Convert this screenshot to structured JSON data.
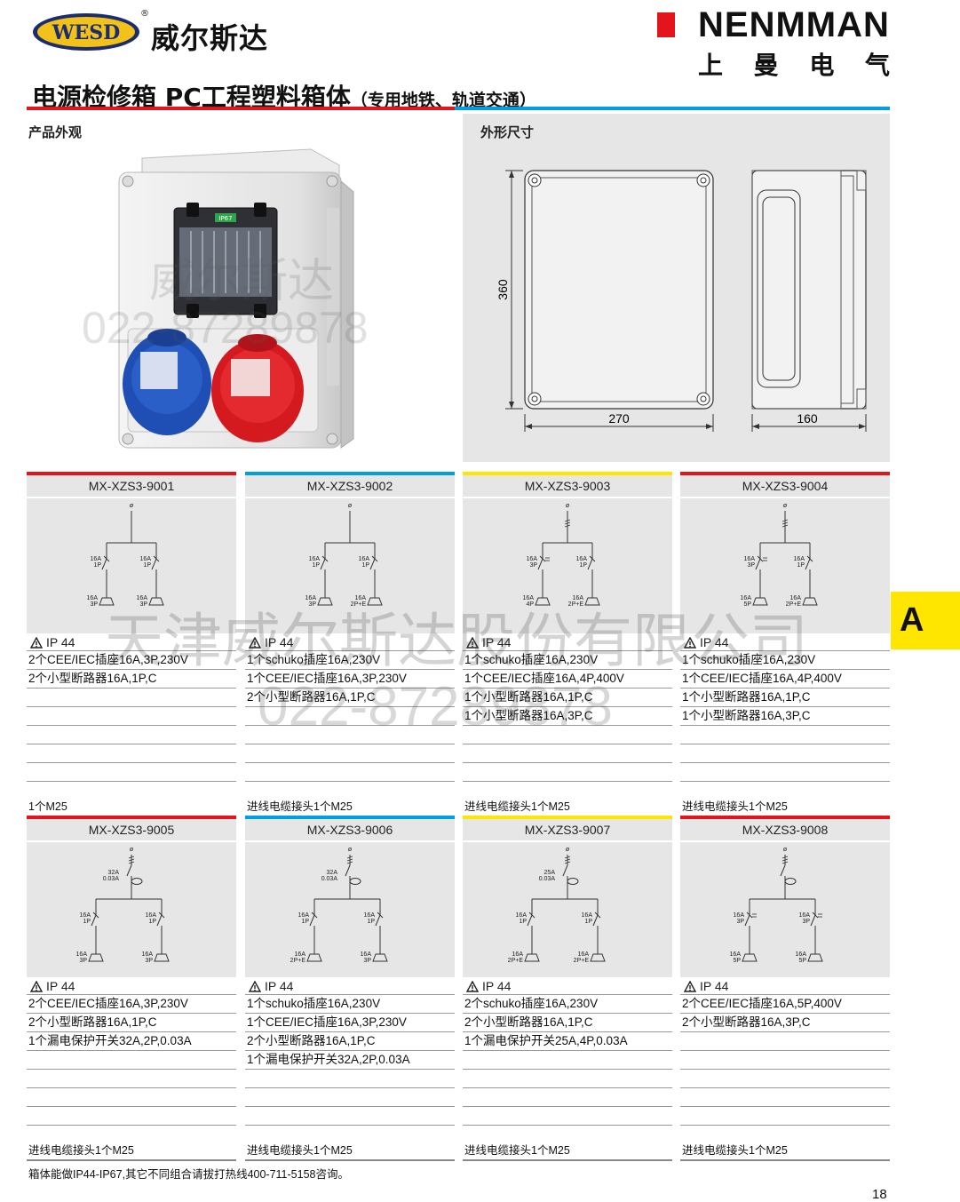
{
  "header": {
    "wesd_logo_text": "WESD",
    "wesd_registered": "®",
    "wesd_cn": "威尔斯达",
    "nenmman_brand": "NENMMAN",
    "nenmman_cn": [
      "上",
      "曼",
      "电",
      "气"
    ]
  },
  "title": {
    "main": "电源检修箱 PC工程塑料箱体",
    "sub": "（专用地铁、轨道交通）"
  },
  "panels": {
    "appearance_label": "产品外观",
    "dimensions_label": "外形尺寸",
    "dim_height": "360",
    "dim_width": "270",
    "dim_depth": "160",
    "window_label": "IP67"
  },
  "cards": [
    {
      "model": "MX-XZS3-9001",
      "bar_color": "#e3141b",
      "ip": "IP 44",
      "specs": [
        "2个CEE/IEC插座16A,3P,230V",
        "2个小型断路器16A,1P,C"
      ],
      "footer": "1个M25"
    },
    {
      "model": "MX-XZS3-9002",
      "bar_color": "#00a0e0",
      "ip": "IP 44",
      "specs": [
        "1个schuko插座16A,230V",
        "1个CEE/IEC插座16A,3P,230V",
        "2个小型断路器16A,1P,C"
      ],
      "footer": "进线电缆接头1个M25"
    },
    {
      "model": "MX-XZS3-9003",
      "bar_color": "#ffe600",
      "ip": "IP 44",
      "specs": [
        "1个schuko插座16A,230V",
        "1个CEE/IEC插座16A,4P,400V",
        "1个小型断路器16A,1P,C",
        "1个小型断路器16A,3P,C"
      ],
      "footer": "进线电缆接头1个M25"
    },
    {
      "model": "MX-XZS3-9004",
      "bar_color": "#e3141b",
      "ip": "IP 44",
      "specs": [
        "1个schuko插座16A,230V",
        "1个CEE/IEC插座16A,4P,400V",
        "1个小型断路器16A,1P,C",
        "1个小型断路器16A,3P,C"
      ],
      "footer": "进线电缆接头1个M25"
    },
    {
      "model": "MX-XZS3-9005",
      "bar_color": "#e3141b",
      "ip": "IP 44",
      "specs": [
        "2个CEE/IEC插座16A,3P,230V",
        "2个小型断路器16A,1P,C",
        "1个漏电保护开关32A,2P,0.03A"
      ],
      "footer": "进线电缆接头1个M25"
    },
    {
      "model": "MX-XZS3-9006",
      "bar_color": "#00a0e0",
      "ip": "IP 44",
      "specs": [
        "1个schuko插座16A,230V",
        "1个CEE/IEC插座16A,3P,230V",
        "2个小型断路器16A,1P,C",
        "1个漏电保护开关32A,2P,0.03A"
      ],
      "footer": "进线电缆接头1个M25"
    },
    {
      "model": "MX-XZS3-9007",
      "bar_color": "#ffe600",
      "ip": "IP 44",
      "specs": [
        "2个schuko插座16A,230V",
        "2个小型断路器16A,1P,C",
        "1个漏电保护开关25A,4P,0.03A"
      ],
      "footer": "进线电缆接头1个M25"
    },
    {
      "model": "MX-XZS3-9008",
      "bar_color": "#e3141b",
      "ip": "IP 44",
      "specs": [
        "2个CEE/IEC插座16A,5P,400V",
        "2个小型断路器16A,3P,C"
      ],
      "footer": "进线电缆接头1个M25"
    }
  ],
  "diagram_labels": {
    "d1": {
      "l1": "16A\n1P",
      "l2": "16A\n1P",
      "s1": "16A\n3P",
      "s2": "16A\n3P"
    },
    "d2": {
      "l1": "16A\n1P",
      "l2": "16A\n1P",
      "s1": "16A\n3P",
      "s2": "16A\n2P+E"
    },
    "d3": {
      "l1": "16A\n3P",
      "l2": "16A\n1P",
      "s1": "16A\n4P",
      "s2": "16A\n2P+E"
    },
    "d4": {
      "l1": "16A\n3P",
      "l2": "16A\n1P",
      "s1": "16A\n5P",
      "s2": "16A\n2P+E"
    },
    "d5": {
      "rcd": "32A\n0.03A",
      "l1": "16A\n1P",
      "l2": "16A\n1P",
      "s1": "16A\n3P",
      "s2": "16A\n3P"
    },
    "d6": {
      "rcd": "32A\n0.03A",
      "l1": "16A\n1P",
      "l2": "16A\n1P",
      "s1": "16A\n2P+E",
      "s2": "16A\n3P"
    },
    "d7": {
      "rcd": "25A\n0.03A",
      "l1": "16A\n1P",
      "l2": "16A\n1P",
      "s1": "16A\n2P+E",
      "s2": "16A\n2P+E"
    },
    "d8": {
      "l1": "16A\n3P",
      "l2": "16A\n3P",
      "s1": "16A\n5P",
      "s2": "16A\n5P"
    }
  },
  "bottom_note": "箱体能做IP44-IP67,其它不同组合请拔打热线400-711-5158咨询。",
  "page_number": "18",
  "side_tab": "A",
  "watermarks": {
    "company": "天津威尔斯达股份有限公司",
    "phone": "022-87289878",
    "brand_cn": "威尔斯达"
  },
  "colors": {
    "red": "#e3141b",
    "blue": "#00a0e0",
    "yellow": "#ffe600",
    "panel_gray": "#e6e6e6"
  }
}
